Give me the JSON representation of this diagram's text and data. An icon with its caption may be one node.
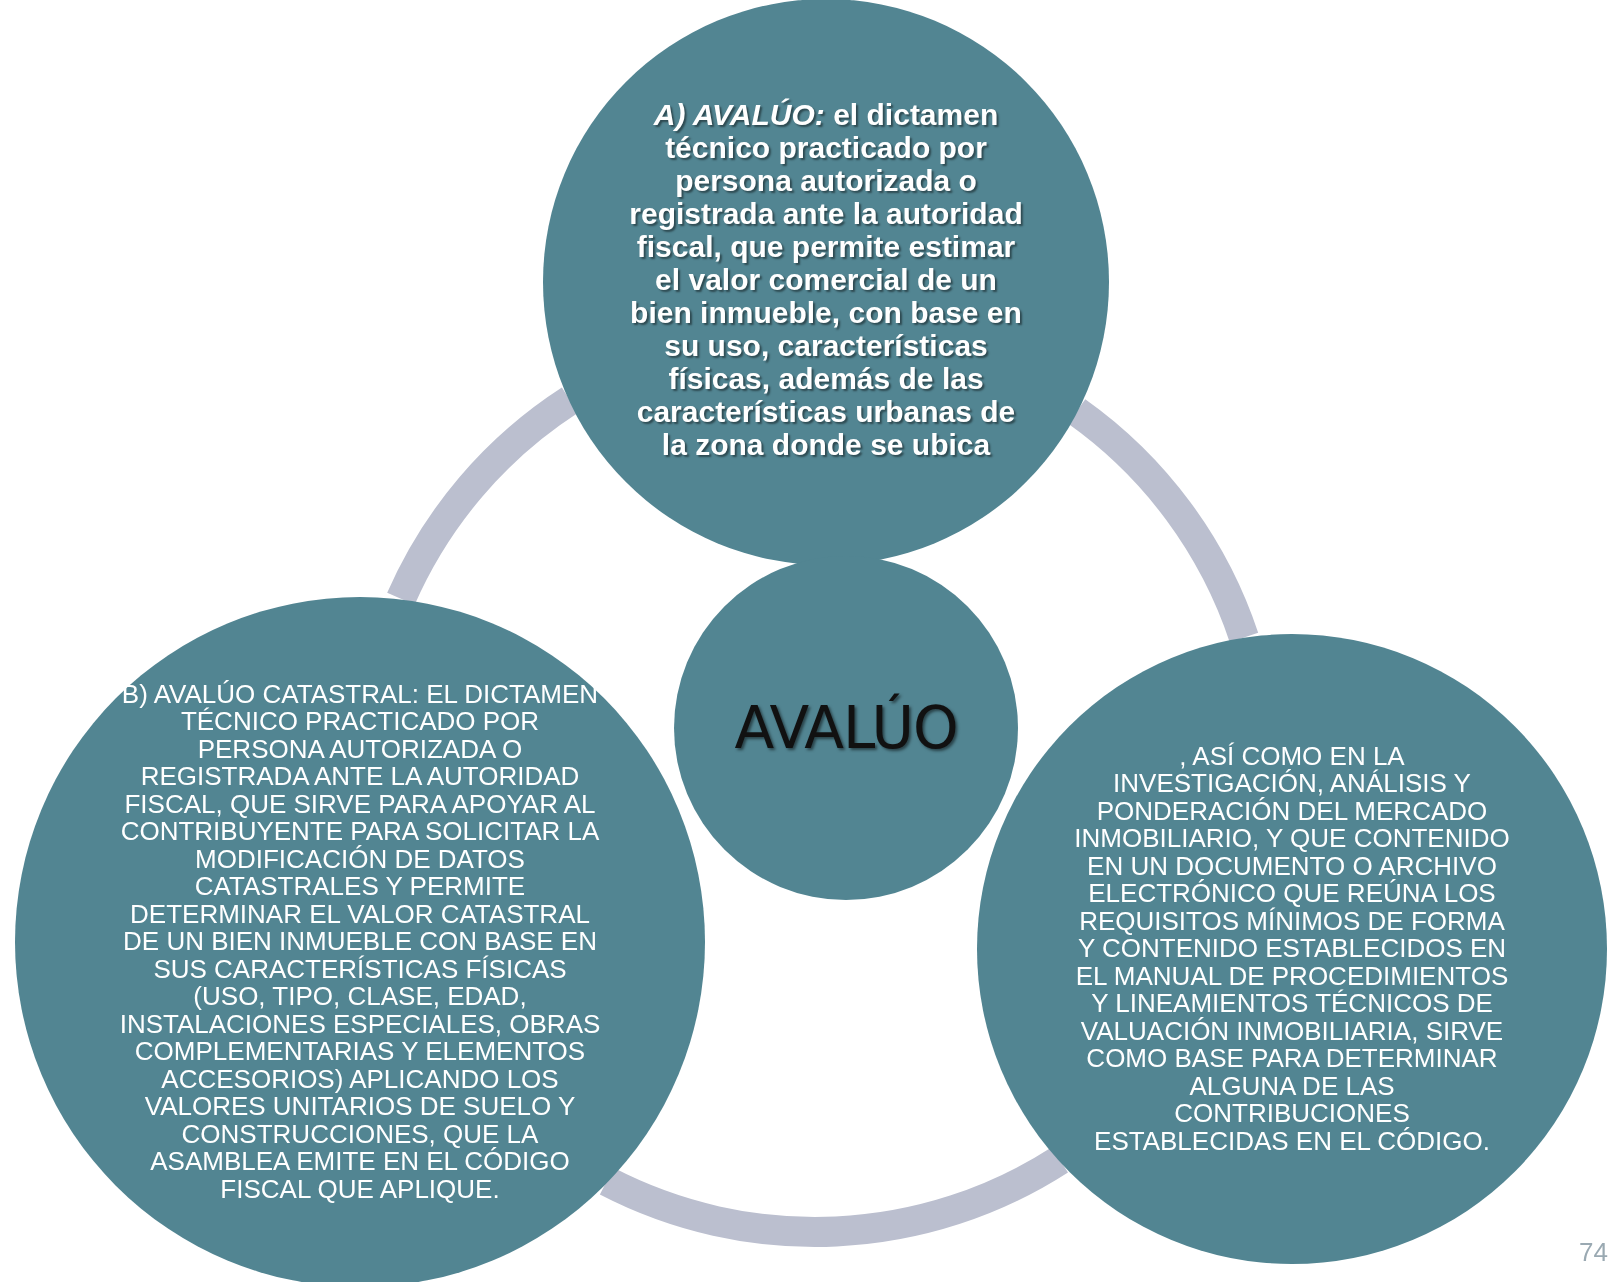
{
  "diagram": {
    "nodes": [
      {
        "text": [
          "*A) AVALÚO:* el dictamen técnico practicado por persona autorizada o registrada ante la autoridad fiscal, que permite estimar el valor comercial de un bien inmueble, con base en su uso, características físicas, además de las características urbanas de la zona donde se ubica"
        ]
      },
      {
        "text": [
          "AVALÚO"
        ]
      },
      {
        "text": [
          "B) AVALÚO CATASTRAL: EL DICTAMEN TÉCNICO PRACTICADO POR PERSONA AUTORIZADA O REGISTRADA ANTE LA AUTORIDAD FISCAL, QUE SIRVE PARA APOYAR AL CONTRIBUYENTE PARA SOLICITAR LA MODIFICACIÓN DE DATOS CATASTRALES Y PERMITE DETERMINAR EL VALOR CATASTRAL DE UN BIEN INMUEBLE CON BASE EN SUS CARACTERÍSTICAS FÍSICAS (USO, TIPO, CLASE, EDAD, INSTALACIONES ESPECIALES, OBRAS COMPLEMENTARIAS Y ELEMENTOS ACCESORIOS) APLICANDO LOS VALORES UNITARIOS DE SUELO Y CONSTRUCCIONES, QUE LA ASAMBLEA EMITE EN EL CÓDIGO FISCAL QUE APLIQUE."
        ]
      },
      {
        "text": [
          ", ASÍ COMO EN LA INVESTIGACIÓN, ANÁLISIS Y PONDERACIÓN DEL MERCADO INMOBILIARIO, Y QUE CONTENIDO EN UN DOCUMENTO O ARCHIVO ELECTRÓNICO QUE REÚNA LOS REQUISITOS MÍNIMOS DE FORMA Y CONTENIDO ESTABLECIDOS EN EL MANUAL DE PROCEDIMIENTOS Y LINEAMIENTOS TÉCNICOS DE VALUACIÓN INMOBILIARIA, SIRVE COMO BASE PARA DETERMINAR ALGUNA DE LAS CONTRIBUCIONES ESTABLECIDAS EN EL CÓDIGO."
        ]
      }
    ],
    "edges": [
      {
        "from": 0,
        "to": 2,
        "arrow": "none"
      },
      {
        "from": 0,
        "to": 3,
        "arrow": "none"
      },
      {
        "from": 2,
        "to": 3,
        "arrow": "none"
      }
    ],
    "labels": [
      "74"
    ]
  }
}
